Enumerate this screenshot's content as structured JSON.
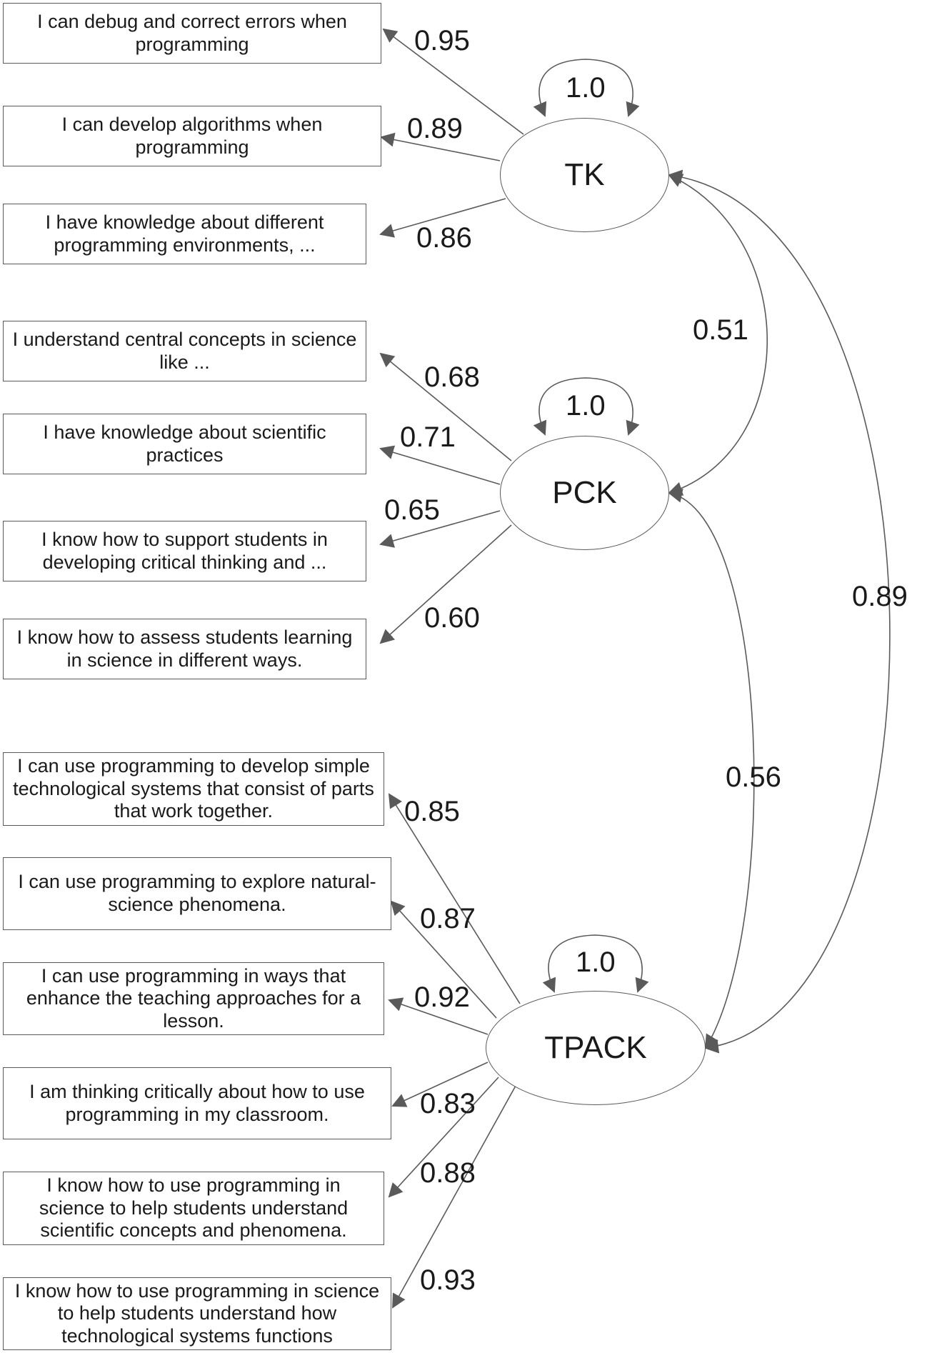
{
  "factors": [
    {
      "key": "tk",
      "label": "TK",
      "variance": "1.0"
    },
    {
      "key": "pck",
      "label": "PCK",
      "variance": "1.0"
    },
    {
      "key": "tpack",
      "label": "TPACK",
      "variance": "1.0"
    }
  ],
  "items": {
    "tk": [
      {
        "text": "I can debug and correct errors when programming",
        "loading": "0.95"
      },
      {
        "text": "I can develop algorithms when programming",
        "loading": "0.89"
      },
      {
        "text": "I have knowledge about different programming environments, ...",
        "loading": "0.86"
      }
    ],
    "pck": [
      {
        "text": "I understand central concepts in science like ...",
        "loading": "0.68"
      },
      {
        "text": "I have knowledge about scientific practices",
        "loading": "0.71"
      },
      {
        "text": "I know how to support students in developing critical thinking and ...",
        "loading": "0.65"
      },
      {
        "text": "I know how to assess students learning in science in different ways.",
        "loading": "0.60"
      }
    ],
    "tpack": [
      {
        "text": "I can use programming to develop simple technological systems that consist of parts that work together.",
        "loading": "0.85"
      },
      {
        "text": "I can use programming to explore natural-science phenomena.",
        "loading": "0.87"
      },
      {
        "text": "I can use programming in ways that enhance the teaching approaches for a lesson.",
        "loading": "0.92"
      },
      {
        "text": "I am thinking critically about how to use programming in my classroom.",
        "loading": "0.83"
      },
      {
        "text": "I know how to use programming in science to help students understand scientific concepts and phenomena.",
        "loading": "0.88"
      },
      {
        "text": "I know how to use programming in science to help students understand how technological systems functions",
        "loading": "0.93"
      }
    ]
  },
  "correlations": {
    "tk_pck": "0.51",
    "pck_tpack": "0.56",
    "tk_tpack": "0.89"
  },
  "colors": {
    "line": "#5a5a5a",
    "text": "#1a1a1a"
  }
}
